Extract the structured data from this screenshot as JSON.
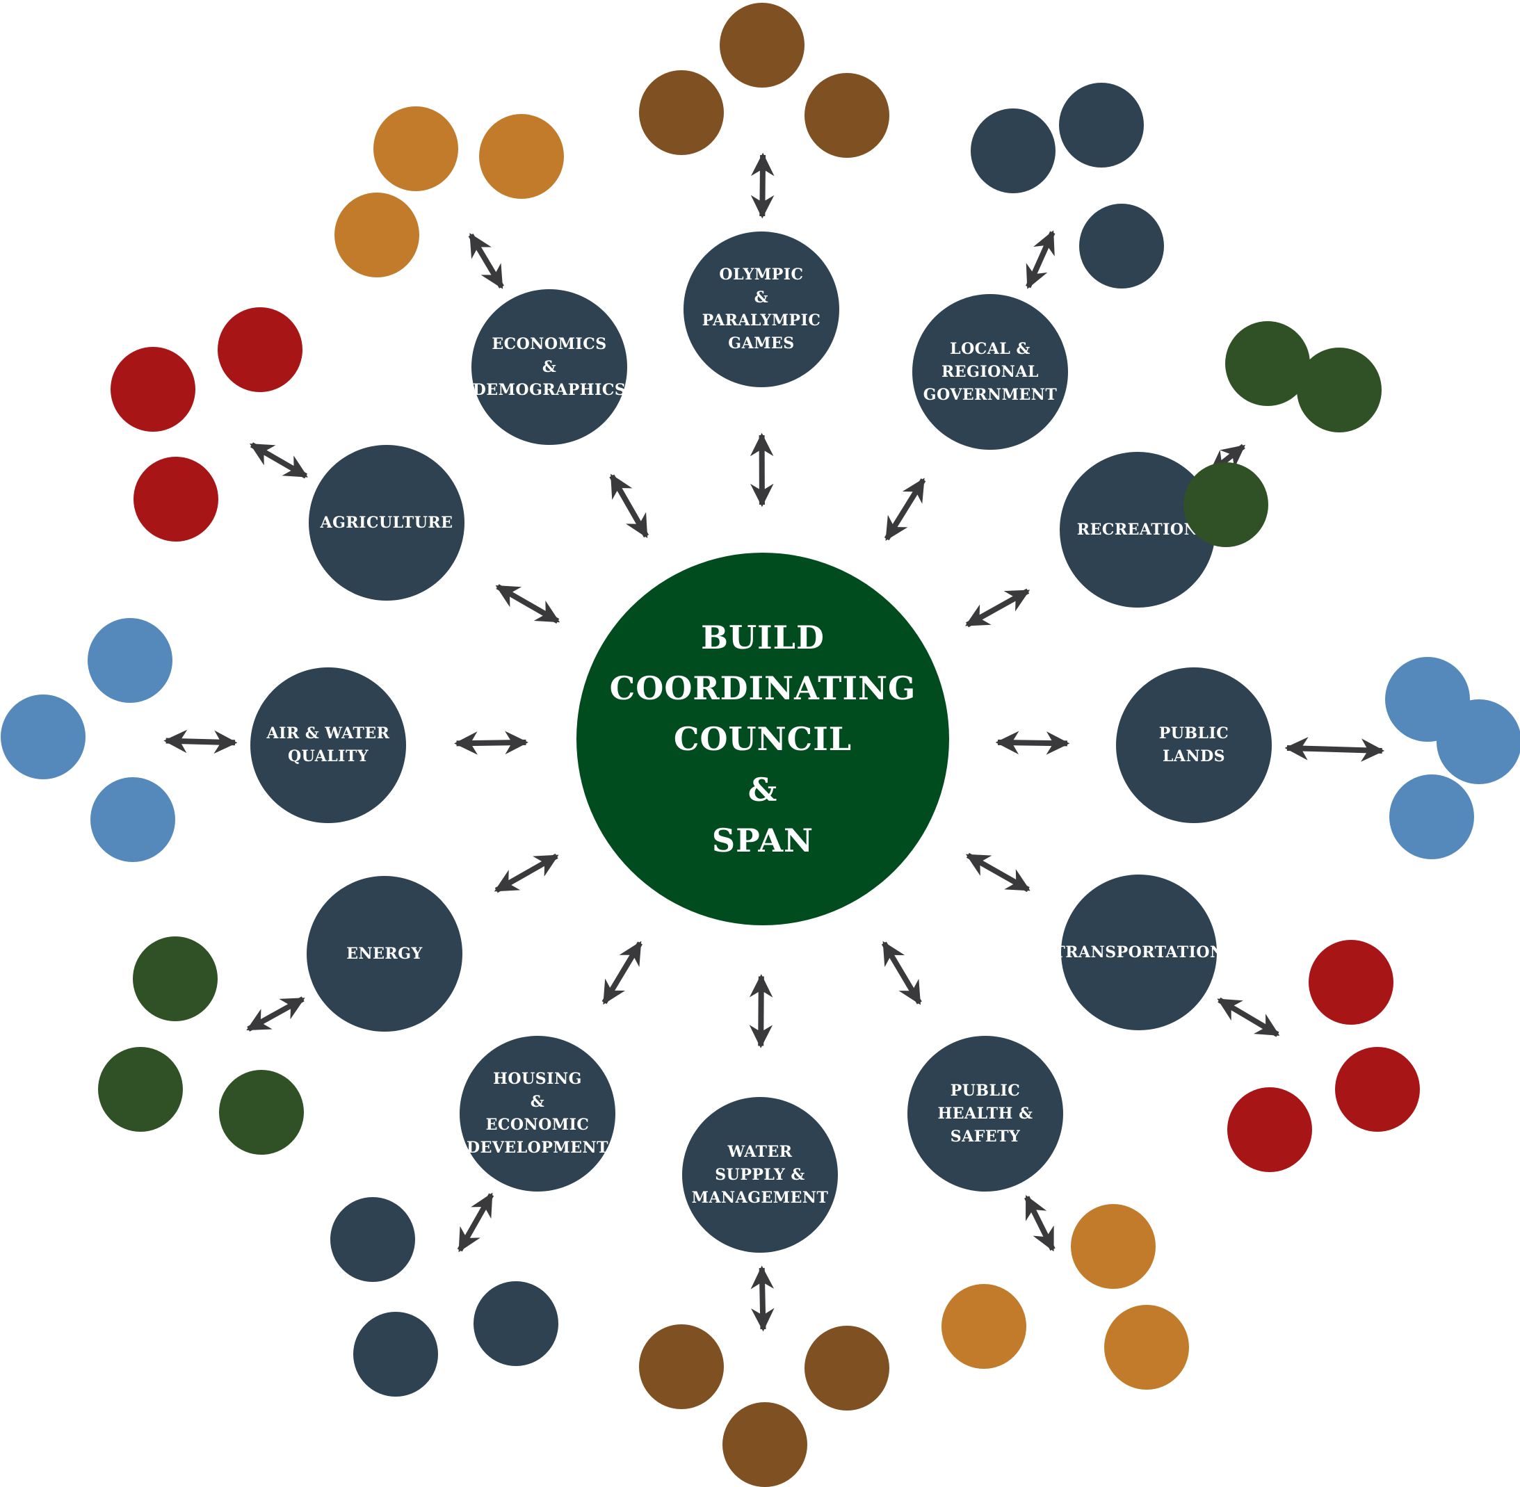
{
  "colors": {
    "hub": "#014c1f",
    "topic": "#2e4251",
    "arrow": "#3a3a3c",
    "brown": "#7f5022",
    "orange": "#c27b2a",
    "slate": "#2e4251",
    "red": "#a81517",
    "green": "#2f5125",
    "blue": "#5689bb"
  },
  "hub": {
    "label": "BUILD\nCOORDINATING\nCOUNCIL\n&\nSPAN"
  },
  "topics": [
    {
      "id": "olympic-paralympic-games",
      "label": "OLYMPIC\n&\nPARALYMPIC\nGAMES",
      "dot_color": "brown"
    },
    {
      "id": "local-regional-government",
      "label": "LOCAL &\nREGIONAL\nGOVERNMENT",
      "dot_color": "slate"
    },
    {
      "id": "recreation",
      "label": "RECREATION",
      "dot_color": "green"
    },
    {
      "id": "public-lands",
      "label": "PUBLIC\nLANDS",
      "dot_color": "blue"
    },
    {
      "id": "transportation",
      "label": "TRANSPORTATION",
      "dot_color": "red"
    },
    {
      "id": "public-health-safety",
      "label": "PUBLIC\nHEALTH &\nSAFETY",
      "dot_color": "orange"
    },
    {
      "id": "water-supply-management",
      "label": "WATER\nSUPPLY &\nMANAGEMENT",
      "dot_color": "brown"
    },
    {
      "id": "housing-economic-development",
      "label": "HOUSING\n&\nECONOMIC\nDEVELOPMENT",
      "dot_color": "slate"
    },
    {
      "id": "energy",
      "label": "ENERGY",
      "dot_color": "green"
    },
    {
      "id": "air-water-quality",
      "label": "AIR & WATER\nQUALITY",
      "dot_color": "blue"
    },
    {
      "id": "agriculture",
      "label": "AGRICULTURE",
      "dot_color": "red"
    },
    {
      "id": "economics-demographics",
      "label": "ECONOMICS\n&\nDEMOGRAPHICS",
      "dot_color": "orange"
    }
  ]
}
